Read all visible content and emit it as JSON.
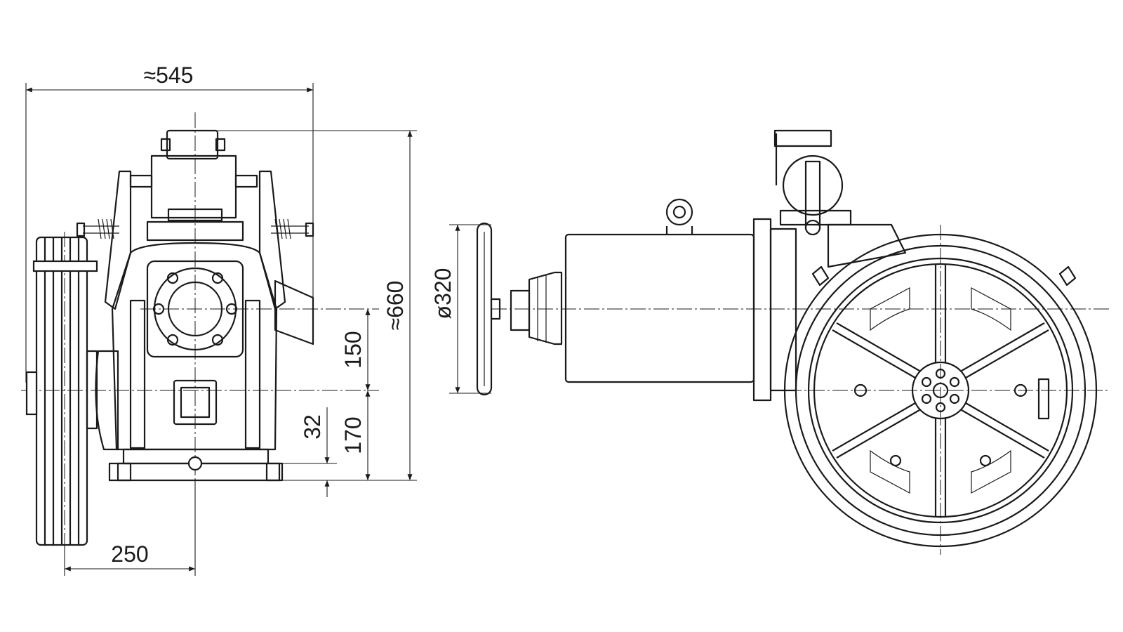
{
  "dimensions": {
    "overall_width": "≈545",
    "overall_height": "≈660",
    "axis_upper": "150",
    "axis_lower": "170",
    "base_thickness": "32",
    "sheave_offset": "250",
    "handwheel_diameter": "ø320"
  },
  "colors": {
    "line": "#1a1a1a",
    "background": "#ffffff"
  }
}
